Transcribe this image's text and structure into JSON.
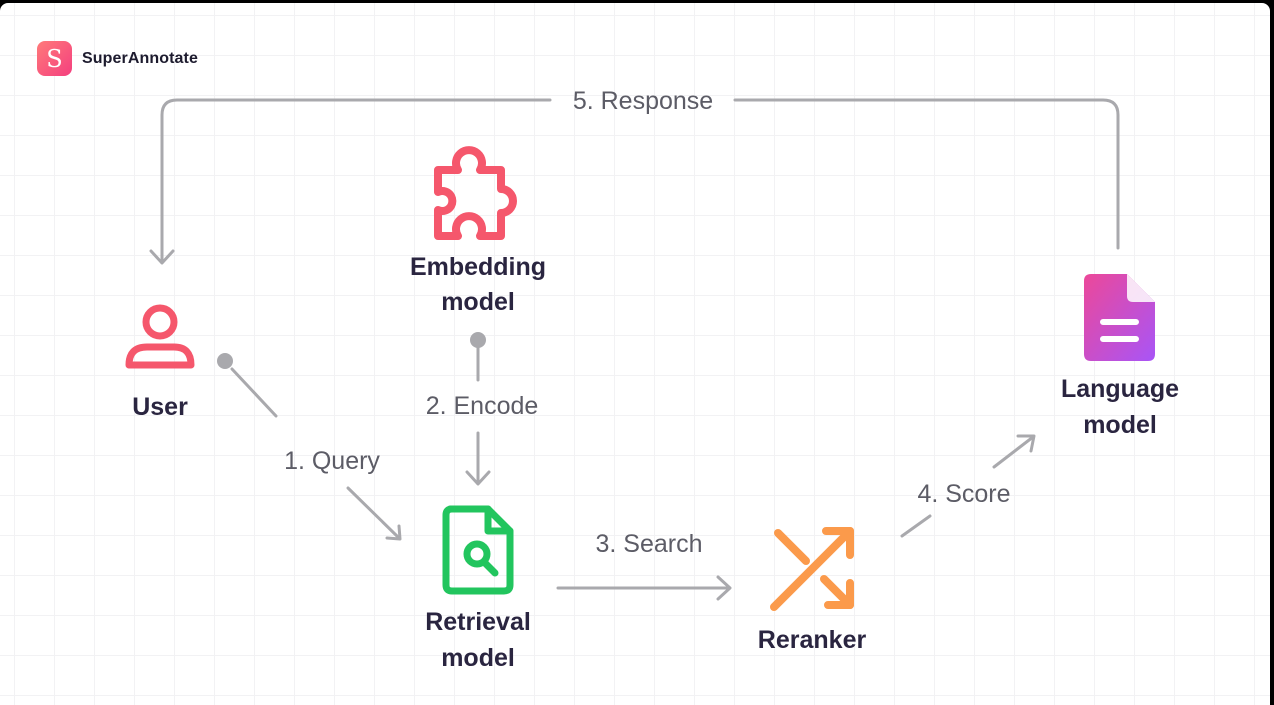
{
  "brand": {
    "name": "SuperAnnotate",
    "logo_letter": "S"
  },
  "nodes": {
    "user": {
      "label": "User",
      "icon": "user-icon",
      "color": "#f5576c"
    },
    "embedding": {
      "label_line1": "Embedding",
      "label_line2": "model",
      "icon": "puzzle-icon",
      "color": "#f5576c"
    },
    "retrieval": {
      "label_line1": "Retrieval",
      "label_line2": "model",
      "icon": "file-search-icon",
      "color": "#22c55e"
    },
    "reranker": {
      "label": "Reranker",
      "icon": "shuffle-icon",
      "color": "#fb9a4b"
    },
    "language": {
      "label_line1": "Language",
      "label_line2": "model",
      "icon": "document-icon",
      "color_start": "#ec4899",
      "color_end": "#a855f7"
    }
  },
  "edges": {
    "query": "1. Query",
    "encode": "2. Encode",
    "search": "3. Search",
    "score": "4. Score",
    "response": "5. Response"
  },
  "colors": {
    "edge": "#a9a9ad",
    "node_text": "#2a2540",
    "edge_text": "#5c5c66"
  }
}
